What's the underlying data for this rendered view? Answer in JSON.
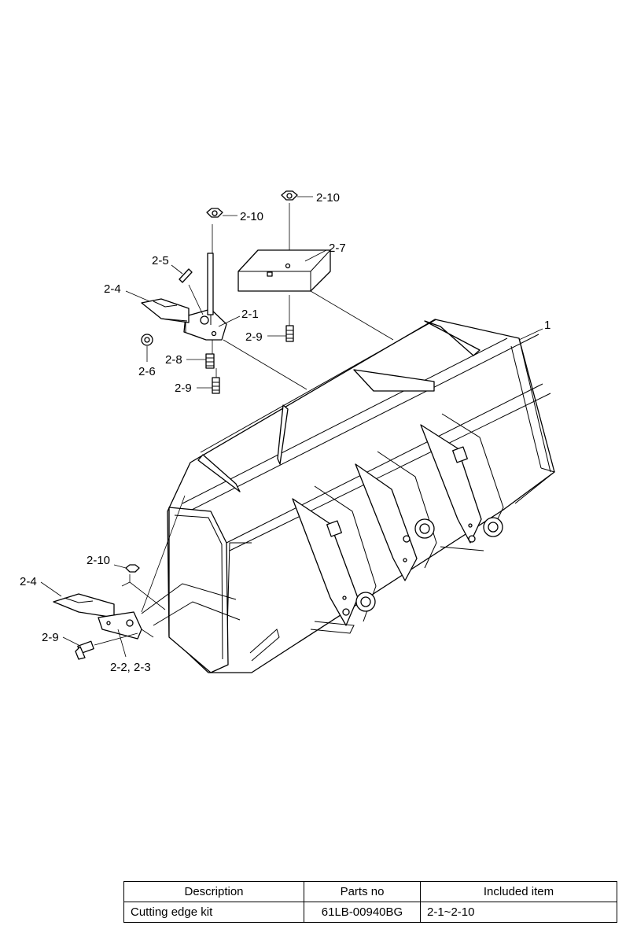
{
  "callouts": {
    "bucket": "1",
    "cutting_edge": "2-1",
    "side_edge": "2-2, 2-3",
    "tooth": "2-4",
    "pin": "2-5",
    "washer": "2-6",
    "wear_plate": "2-7",
    "bolt_short": "2-8",
    "bolt": "2-9",
    "nut": "2-10"
  },
  "table": {
    "headers": [
      "Description",
      "Parts no",
      "Included item"
    ],
    "rows": [
      {
        "description": "Cutting edge kit",
        "parts_no": "61LB-00940BG",
        "included": "2-1~2-10"
      }
    ]
  }
}
